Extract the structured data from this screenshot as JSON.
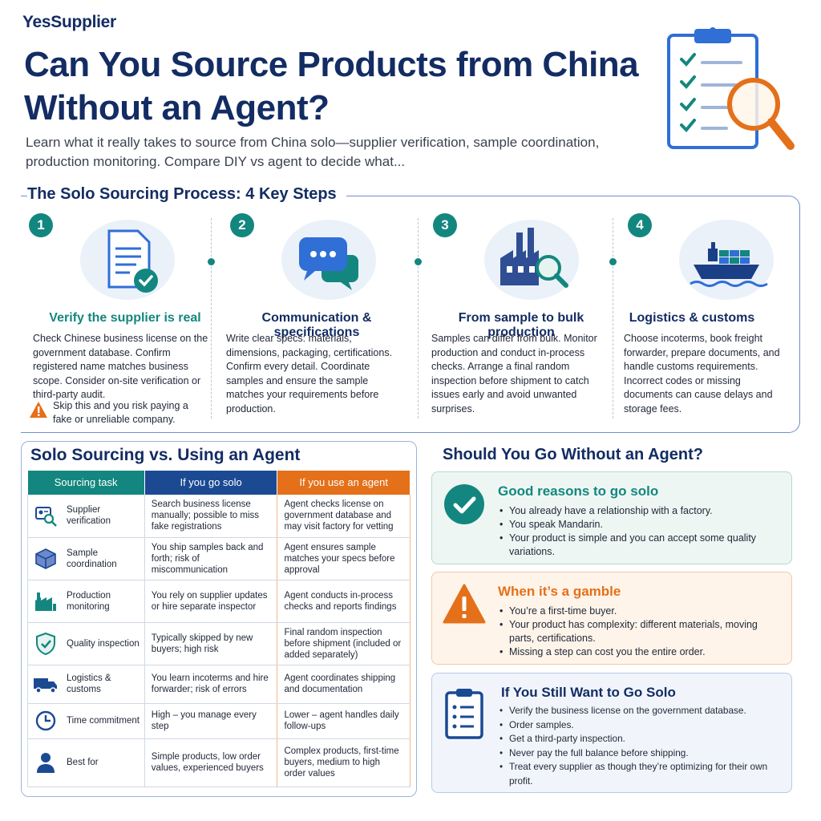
{
  "brand": "YesSupplier",
  "title": "Can You Source Products from China Without an Agent?",
  "subtitle": "Learn what it really takes to source from China solo—supplier verification, sample coordination, production monitoring. Compare DIY vs agent to decide what...",
  "hero_icon": "clipboard-checklist-magnifier-icon",
  "colors": {
    "navy": "#132c63",
    "teal": "#13877f",
    "orange": "#e4701a",
    "blue": "#1b4a93"
  },
  "steps_section": {
    "title": "The Solo Sourcing Process: 4 Key Steps",
    "steps": [
      {
        "number": "1",
        "icon": "document-check-icon",
        "heading": "Verify the supplier is real",
        "body": "Check Chinese business license on the government database. Confirm registered name matches business scope. Consider on-site verification or third-party audit.",
        "warning": "Skip this and you risk paying a fake or unreliable company."
      },
      {
        "number": "2",
        "icon": "chat-bubbles-icon",
        "heading": "Communication & specifications",
        "body": "Write clear specs: materials, dimensions, packaging, certifications. Confirm every detail. Coordinate samples and ensure the sample matches your requirements before production."
      },
      {
        "number": "3",
        "icon": "factory-magnifier-icon",
        "heading": "From sample to bulk production",
        "body": "Samples can differ from bulk. Monitor production and conduct in-process checks. Arrange a final random inspection before shipment to catch issues early and avoid unwanted surprises."
      },
      {
        "number": "4",
        "icon": "cargo-ship-icon",
        "heading": "Logistics & customs",
        "body": "Choose incoterms, book freight forwarder, prepare documents, and handle customs requirements. Incorrect codes or missing documents can cause delays and storage fees."
      }
    ]
  },
  "comparison": {
    "title": "Solo Sourcing vs. Using an Agent",
    "headers": [
      "Sourcing task",
      "If you go solo",
      "If you use an agent"
    ],
    "rows": [
      {
        "icon": "id-card-magnifier-icon",
        "task": "Supplier verification",
        "solo": "Search business license manually; possible to miss fake registrations",
        "agent": "Agent checks license on government database and may visit factory for vetting"
      },
      {
        "icon": "box-icon",
        "task": "Sample coordination",
        "solo": "You ship samples back and forth; risk of miscommunication",
        "agent": "Agent ensures sample matches your specs before approval"
      },
      {
        "icon": "factory-icon",
        "task": "Production monitoring",
        "solo": "You rely on supplier updates or hire separate inspector",
        "agent": "Agent conducts in-process checks and reports findings"
      },
      {
        "icon": "shield-check-icon",
        "task": "Quality inspection",
        "solo": "Typically skipped by new buyers; high risk",
        "agent": "Final random inspection before shipment (included or added separately)"
      },
      {
        "icon": "truck-icon",
        "task": "Logistics & customs",
        "solo": "You learn incoterms and hire forwarder; risk of errors",
        "agent": "Agent coordinates shipping and documentation"
      },
      {
        "icon": "clock-icon",
        "task": "Time commitment",
        "solo": "High – you manage every step",
        "agent": "Lower – agent handles daily follow-ups"
      },
      {
        "icon": "person-icon",
        "task": "Best for",
        "solo": "Simple products, low order values, experienced buyers",
        "agent": "Complex products, first-time buyers, medium to high order values"
      }
    ]
  },
  "decision": {
    "title": "Should You Go Without an Agent?",
    "good": {
      "icon": "check-circle-icon",
      "heading": "Good reasons to go solo",
      "items": [
        "You already have a relationship with a factory.",
        "You speak Mandarin.",
        "Your product is simple and you can accept some quality variations."
      ]
    },
    "gamble": {
      "icon": "warning-triangle-icon",
      "heading": "When it’s a gamble",
      "items": [
        "You’re a first-time buyer.",
        "Your product has complexity: different materials, moving parts, certifications.",
        "Missing a step can cost you the entire order."
      ]
    },
    "still": {
      "icon": "clipboard-list-icon",
      "heading": "If You Still Want to Go Solo",
      "items": [
        "Verify the business license on the government database.",
        "Order samples.",
        "Get a third-party inspection.",
        "Never pay the full balance before shipping.",
        "Treat every supplier as though they’re optimizing for their own profit."
      ]
    }
  }
}
